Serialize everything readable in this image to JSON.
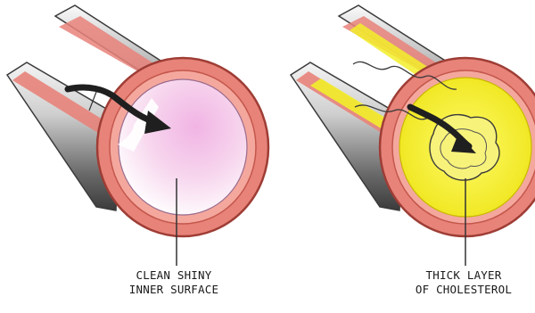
{
  "panels": {
    "healthy": {
      "caption_line1": "CLEAN SHINY",
      "caption_line2": "INNER SURFACE"
    },
    "blocked": {
      "caption_line1": "THICK LAYER",
      "caption_line2": "OF CHOLESTEROL"
    }
  },
  "colors": {
    "vessel_wall": "#e8837a",
    "wall_edge": "#b24a40",
    "outer_shade": "#555555",
    "healthy_lumen": "#f3c3e6",
    "plaque": "#f2ee2a",
    "flow_arrow": "#222222"
  }
}
